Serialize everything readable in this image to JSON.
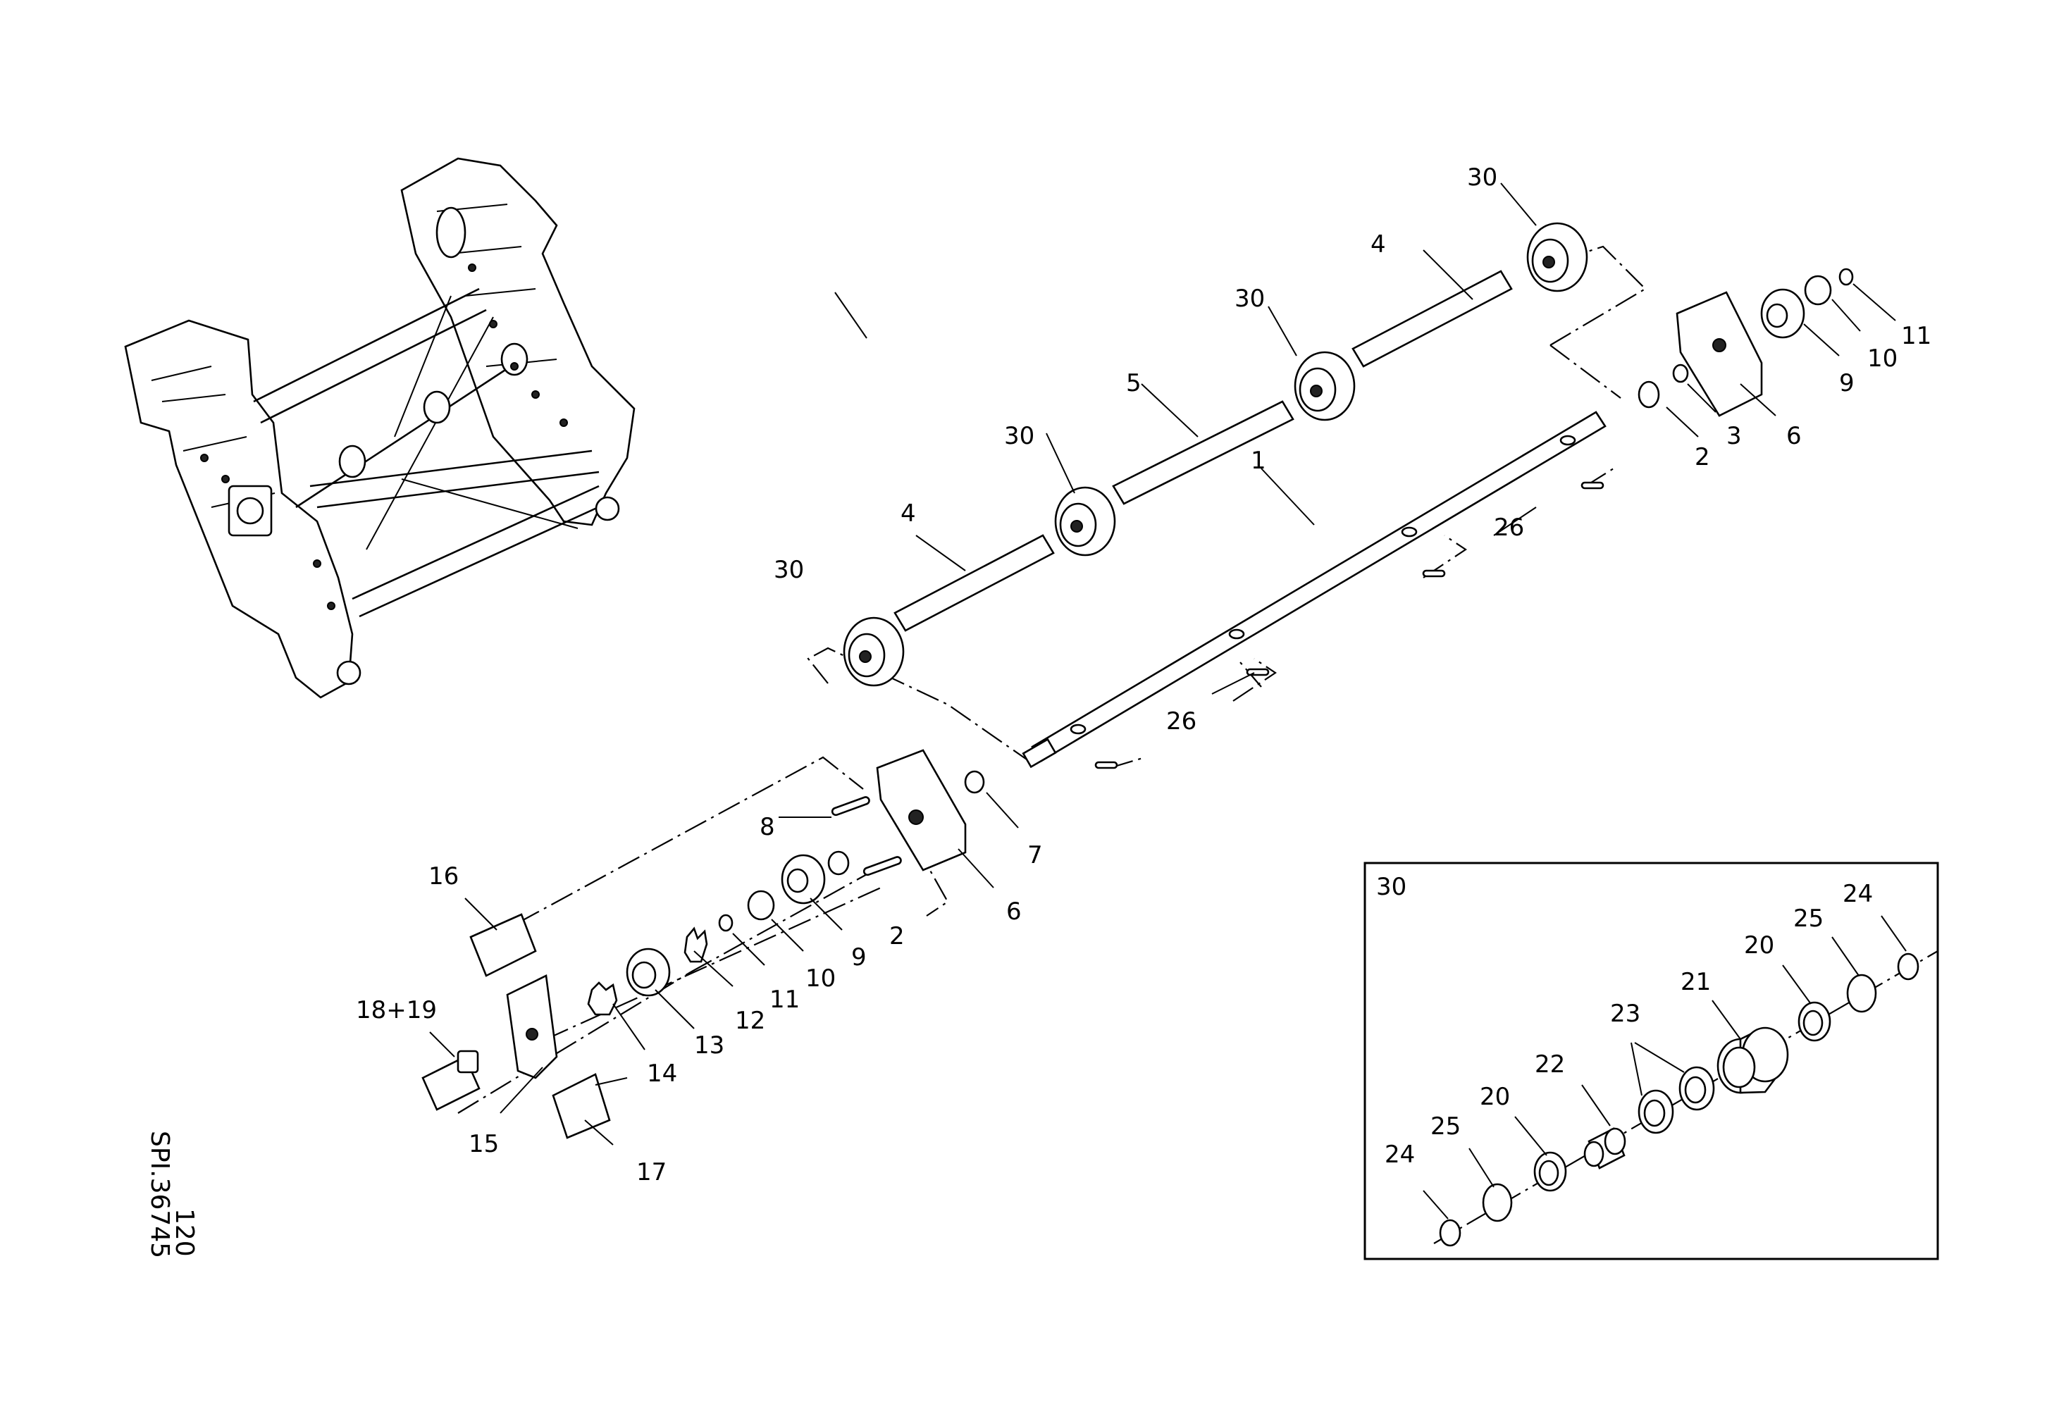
{
  "drawing": {
    "code": "SPI.36745",
    "page": "120",
    "inset_title": "30"
  },
  "callouts": [
    "1",
    "2",
    "2",
    "3",
    "4",
    "4",
    "5",
    "6",
    "6",
    "7",
    "8",
    "9",
    "9",
    "10",
    "10",
    "11",
    "11",
    "12",
    "13",
    "14",
    "15",
    "16",
    "17",
    "18+19",
    "26",
    "26",
    "30",
    "30",
    "30",
    "30"
  ],
  "inset_callouts": [
    "20",
    "20",
    "21",
    "22",
    "23",
    "24",
    "24",
    "25",
    "25"
  ]
}
